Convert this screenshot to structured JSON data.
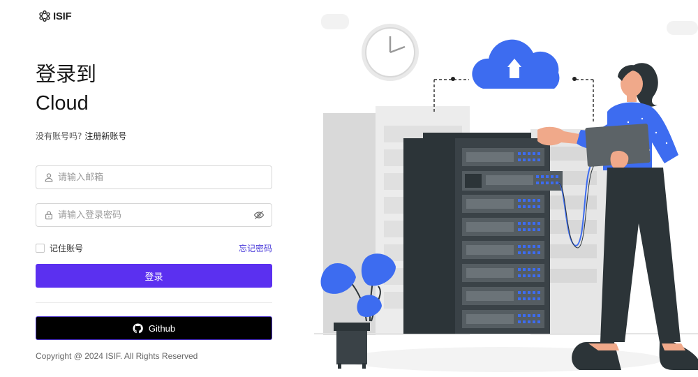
{
  "brand": {
    "name": "ISIF"
  },
  "heading": {
    "line1": "登录到",
    "line2": "Cloud"
  },
  "signup": {
    "prompt": "没有账号吗?",
    "link": "注册新账号"
  },
  "email": {
    "value": "",
    "placeholder": "请输入邮箱"
  },
  "password": {
    "value": "",
    "placeholder": "请输入登录密码"
  },
  "remember": {
    "label": "记住账号",
    "checked": false
  },
  "forgot": {
    "label": "忘记密码"
  },
  "login_button": {
    "label": "登录"
  },
  "github_button": {
    "label": "Github"
  },
  "footer": {
    "copyright": "Copyright @ 2024 ISIF. All Rights Reserved"
  },
  "colors": {
    "primary": "#5b30f0",
    "link": "#4a3bd9",
    "cloud": "#3d6cf0",
    "dark": "#2c3438"
  },
  "icons": [
    "logo-icon",
    "user-icon",
    "lock-icon",
    "eye-off-icon",
    "github-icon",
    "cloud-upload-icon",
    "clock-icon"
  ]
}
